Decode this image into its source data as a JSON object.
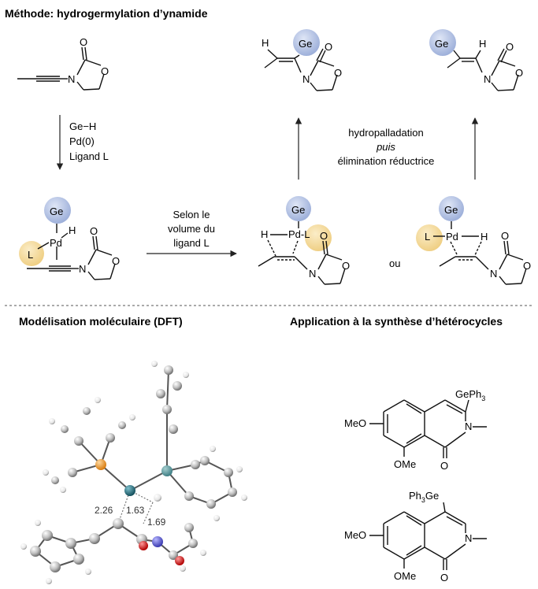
{
  "headers": {
    "method": "Méthode: hydrogermylation d’ynamide",
    "dft": "Modélisation moléculaire (DFT)",
    "application": "Application à la synthèse d’hétérocycles"
  },
  "atoms": {
    "ge": "Ge",
    "pd": "Pd",
    "h": "H",
    "l": "L",
    "n": "N",
    "o": "O",
    "ge_h": "Ge−H",
    "pd_l": "Pd-L",
    "h_pd": "H−Pd",
    "l_pd": "L−Pd"
  },
  "conditions": {
    "line1": "Ge−H",
    "line2": "Pd(0)",
    "line3": "Ligand L"
  },
  "selon": {
    "line1": "Selon le",
    "line2": "volume du",
    "line3": "ligand L"
  },
  "hydropalladation": {
    "line1": "hydropalladation",
    "line2": "puis",
    "line3": "élimination réductrice"
  },
  "ou": "ou",
  "dft_distances": [
    "2.26",
    "1.63",
    "1.69"
  ],
  "product1": {
    "sub_top": "GePh",
    "sub_top_index": "3",
    "meo": "MeO",
    "ome": "OMe"
  },
  "product2": {
    "sub_top": "Ph",
    "sub_top_index": "3",
    "sub_top_tail": "Ge",
    "meo": "MeO",
    "ome": "OMe"
  },
  "colors": {
    "ge_circle": "#a9b8dd",
    "l_circle": "#f3d79a",
    "c_ball": "#c8c8c8",
    "p_ball": "#e8901f",
    "pd_ball": "#1f6a7a",
    "n_ball": "#5a5ad0",
    "o_ball": "#d42020"
  }
}
